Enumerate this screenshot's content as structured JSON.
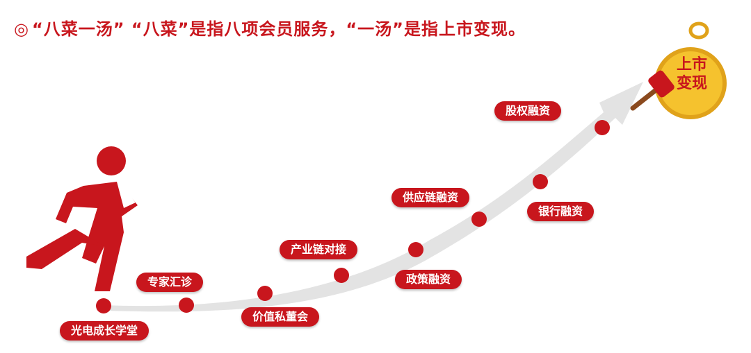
{
  "heading": {
    "symbol": "◎",
    "text": "“八菜一汤” “八菜”是指八项会员服务，“一汤”是指上市变现。"
  },
  "steps": [
    {
      "label": "光电成长学堂"
    },
    {
      "label": "专家汇诊"
    },
    {
      "label": "价值私董会"
    },
    {
      "label": "产业链对接"
    },
    {
      "label": "政策融资"
    },
    {
      "label": "供应链融资"
    },
    {
      "label": "银行融资"
    },
    {
      "label": "股权融资"
    }
  ],
  "goal": {
    "line1": "上市",
    "line2": "变现"
  },
  "colors": {
    "accent": "#c8161d",
    "arrow": "#e3e3e3",
    "medal": "#f5c22e",
    "medal_edge": "#e0a21a"
  },
  "icons": [
    "running-person-icon",
    "gold-medal-icon",
    "gavel-icon"
  ]
}
